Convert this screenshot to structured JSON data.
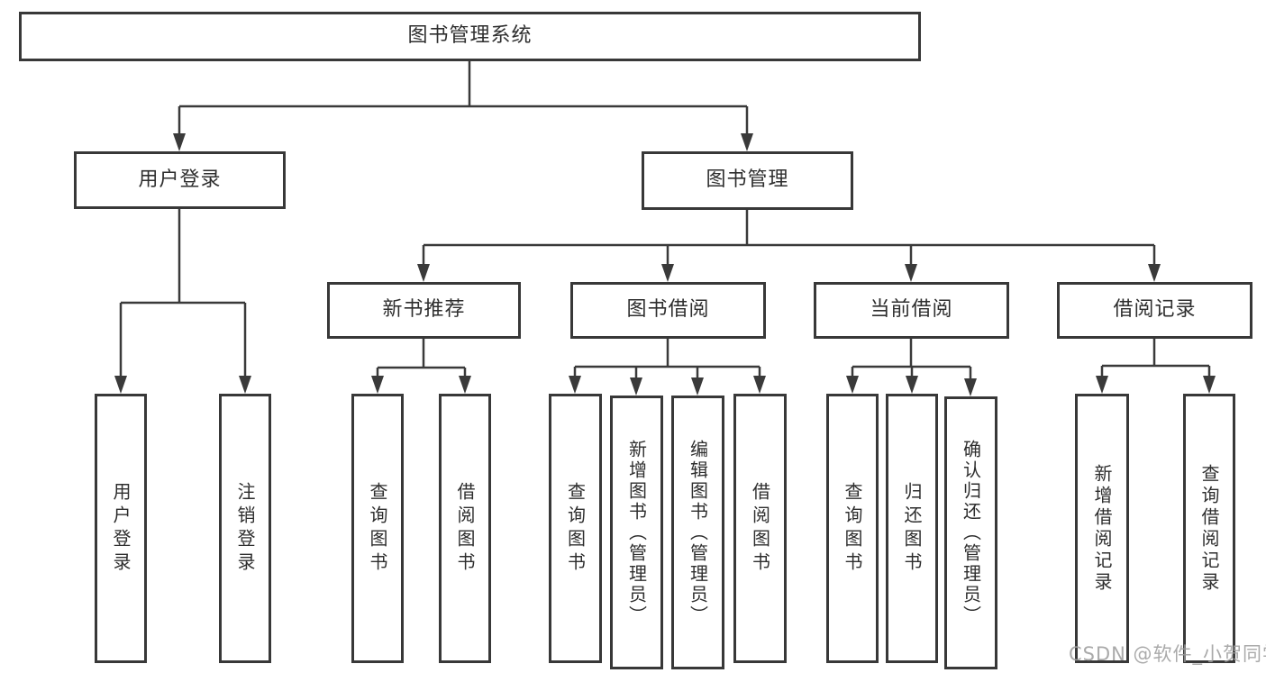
{
  "diagram": {
    "root": {
      "label": "图书管理系统",
      "children": [
        {
          "label": "用户登录",
          "children": [
            {
              "label": "用户登录"
            },
            {
              "label": "注销登录"
            }
          ]
        },
        {
          "label": "图书管理",
          "children": [
            {
              "label": "新书推荐",
              "children": [
                {
                  "label": "查询图书"
                },
                {
                  "label": "借阅图书"
                }
              ]
            },
            {
              "label": "图书借阅",
              "children": [
                {
                  "label": "查询图书"
                },
                {
                  "label": "新增图书（管理员）"
                },
                {
                  "label": "编辑图书（管理员）"
                },
                {
                  "label": "借阅图书"
                }
              ]
            },
            {
              "label": "当前借阅",
              "children": [
                {
                  "label": "查询图书"
                },
                {
                  "label": "归还图书"
                },
                {
                  "label": "确认归还（管理员）"
                }
              ]
            },
            {
              "label": "借阅记录",
              "children": [
                {
                  "label": "新增借阅记录"
                },
                {
                  "label": "查询借阅记录"
                }
              ]
            }
          ]
        }
      ]
    }
  },
  "watermark": {
    "text": "CSDN @软件_小贺同学"
  },
  "colors": {
    "line": "#3a3a3a",
    "box_border": "#383838",
    "text": "#2e2e2e",
    "watermark": "#9e9e9e",
    "background": "#ffffff"
  }
}
